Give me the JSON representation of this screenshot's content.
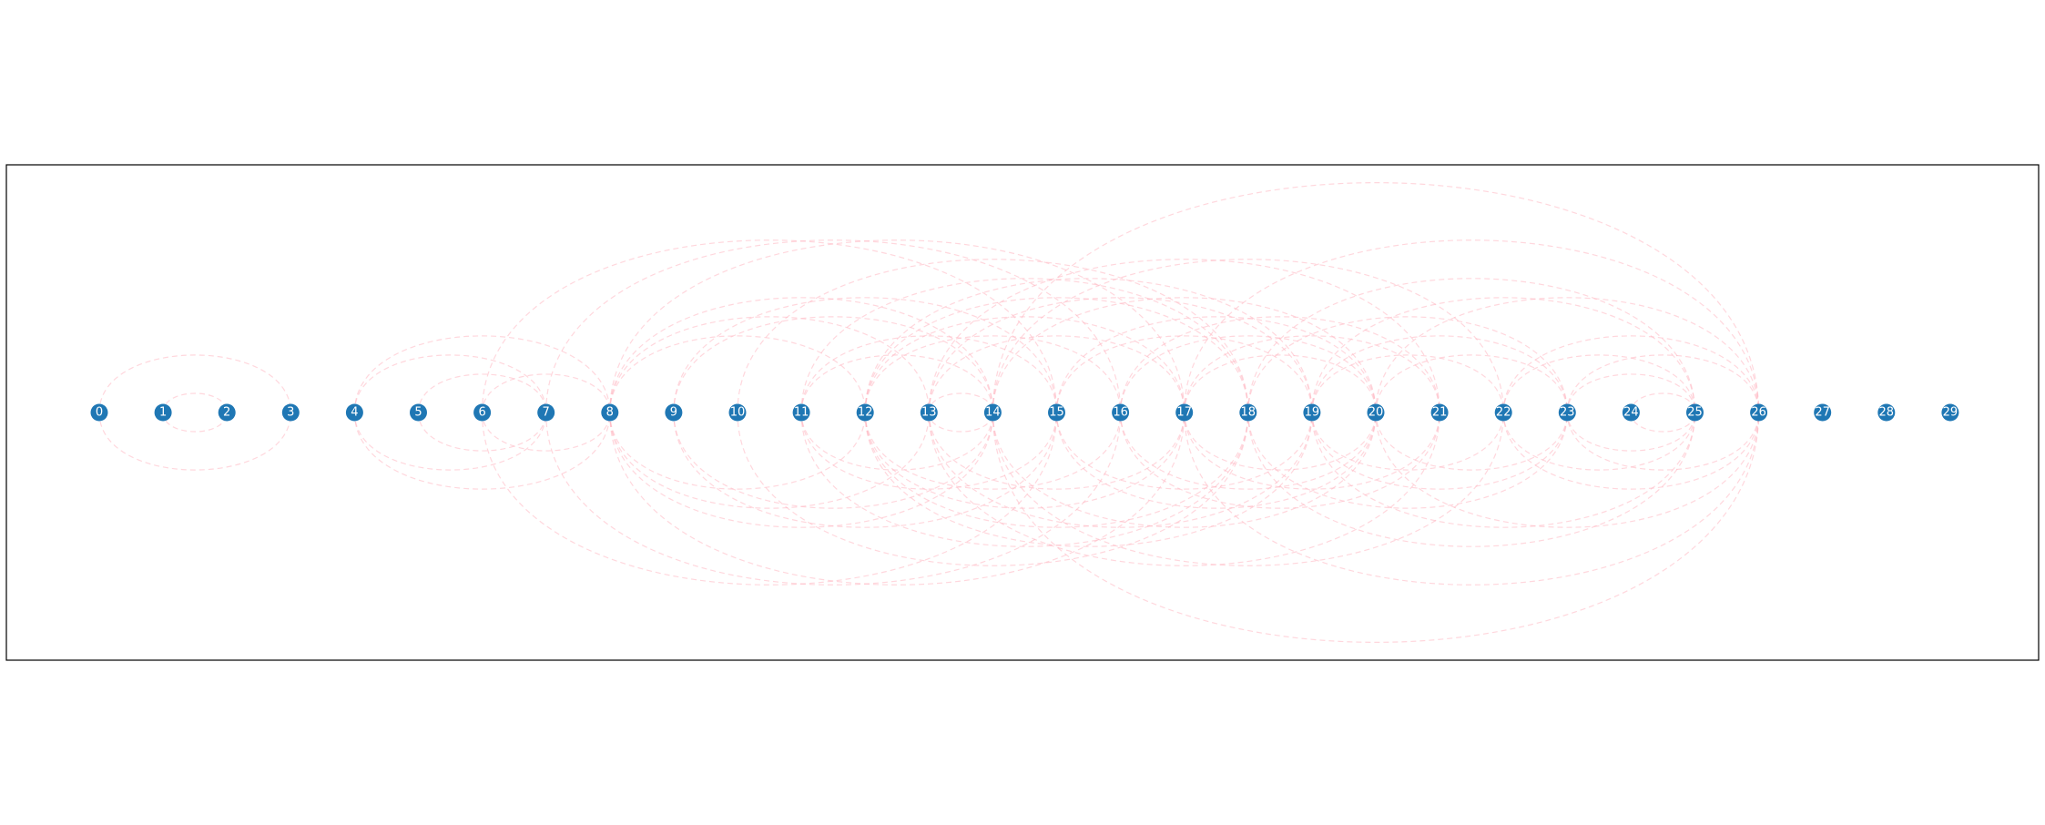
{
  "diagram": {
    "type": "arc-diagram",
    "node_color": "#1f77b4",
    "edge_color": "#ffb6c1",
    "edge_style": "dashed",
    "label_color": "#ffffff",
    "nodes": [
      "0",
      "1",
      "2",
      "3",
      "4",
      "5",
      "6",
      "7",
      "8",
      "9",
      "10",
      "11",
      "12",
      "13",
      "14",
      "15",
      "16",
      "17",
      "18",
      "19",
      "20",
      "21",
      "22",
      "23",
      "24",
      "25",
      "26",
      "27",
      "28",
      "29"
    ],
    "edges": [
      [
        0,
        3
      ],
      [
        1,
        2
      ],
      [
        4,
        7
      ],
      [
        5,
        7
      ],
      [
        4,
        8
      ],
      [
        6,
        8
      ],
      [
        6,
        15
      ],
      [
        7,
        16
      ],
      [
        8,
        17
      ],
      [
        9,
        15
      ],
      [
        10,
        18
      ],
      [
        8,
        12
      ],
      [
        8,
        14
      ],
      [
        8,
        13
      ],
      [
        9,
        14
      ],
      [
        11,
        15
      ],
      [
        12,
        16
      ],
      [
        11,
        14
      ],
      [
        12,
        18
      ],
      [
        13,
        21
      ],
      [
        14,
        22
      ],
      [
        14,
        26
      ],
      [
        12,
        17
      ],
      [
        13,
        17
      ],
      [
        15,
        19
      ],
      [
        16,
        20
      ],
      [
        16,
        21
      ],
      [
        12,
        19
      ],
      [
        11,
        18
      ],
      [
        15,
        20
      ],
      [
        14,
        20
      ],
      [
        13,
        19
      ],
      [
        17,
        20
      ],
      [
        17,
        21
      ],
      [
        18,
        23
      ],
      [
        19,
        22
      ],
      [
        20,
        23
      ],
      [
        20,
        26
      ],
      [
        22,
        26
      ],
      [
        23,
        26
      ],
      [
        19,
        25
      ],
      [
        24,
        25
      ],
      [
        23,
        25
      ],
      [
        13,
        14
      ],
      [
        18,
        25
      ],
      [
        22,
        25
      ],
      [
        17,
        26
      ],
      [
        19,
        23
      ]
    ]
  }
}
